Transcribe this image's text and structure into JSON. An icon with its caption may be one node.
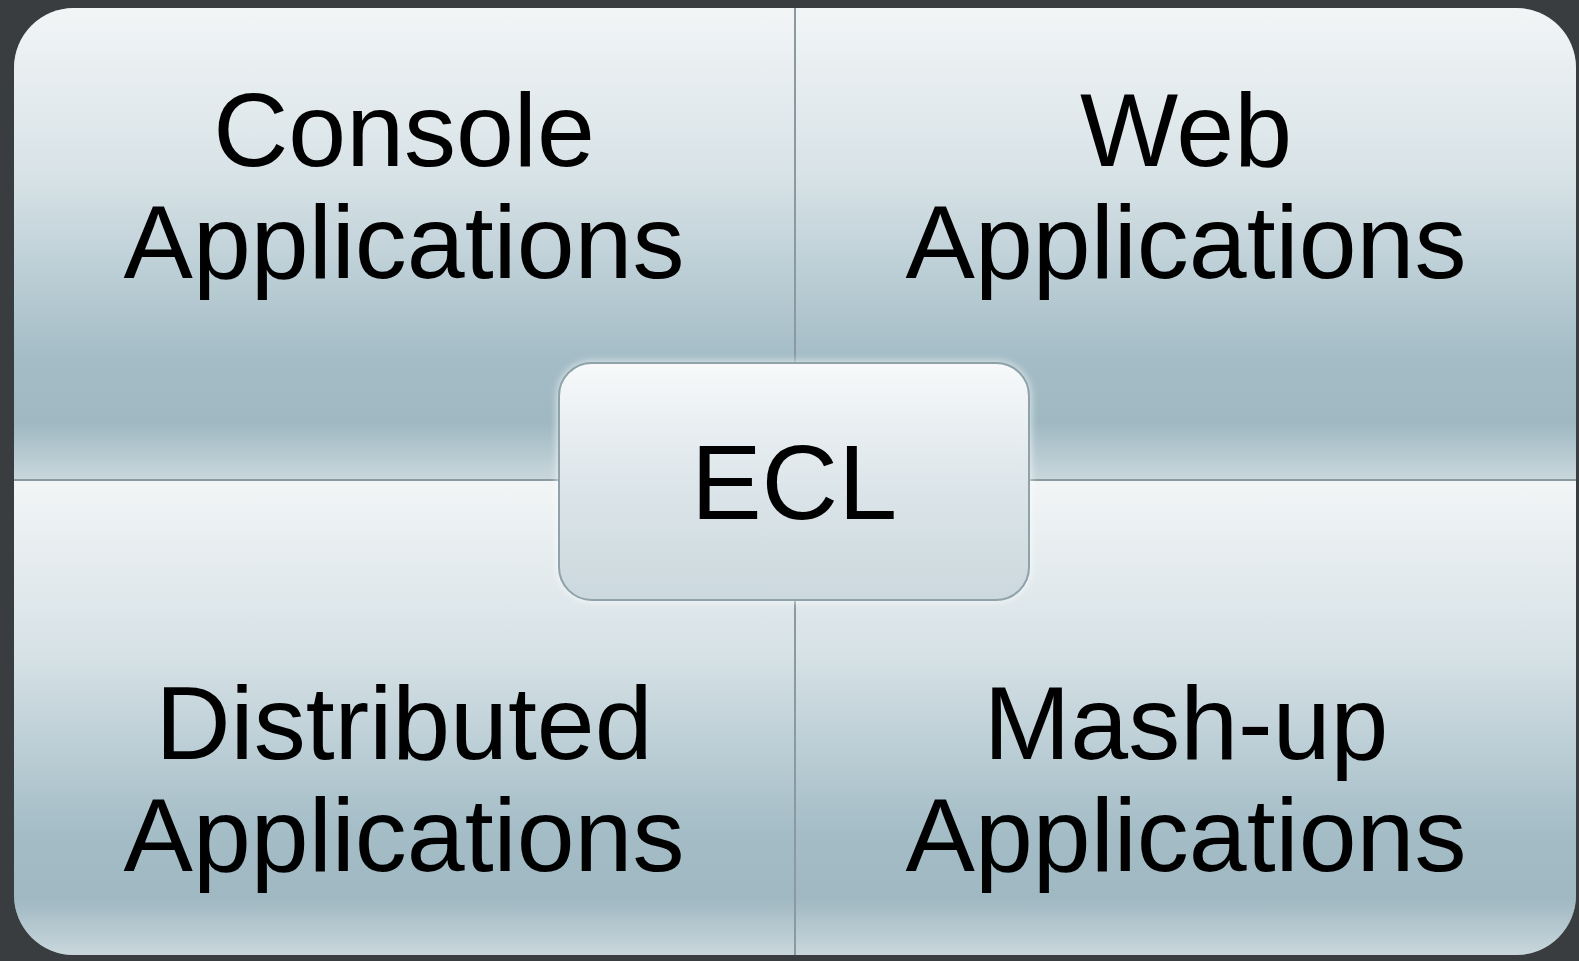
{
  "diagram": {
    "nodes": [
      {
        "text": [
          "Console Applications"
        ]
      },
      {
        "text": [
          "Web Applications"
        ]
      },
      {
        "text": [
          "ECL"
        ]
      },
      {
        "text": [
          "Distributed Applications"
        ]
      },
      {
        "text": [
          "Mash-up Applications"
        ]
      }
    ]
  }
}
